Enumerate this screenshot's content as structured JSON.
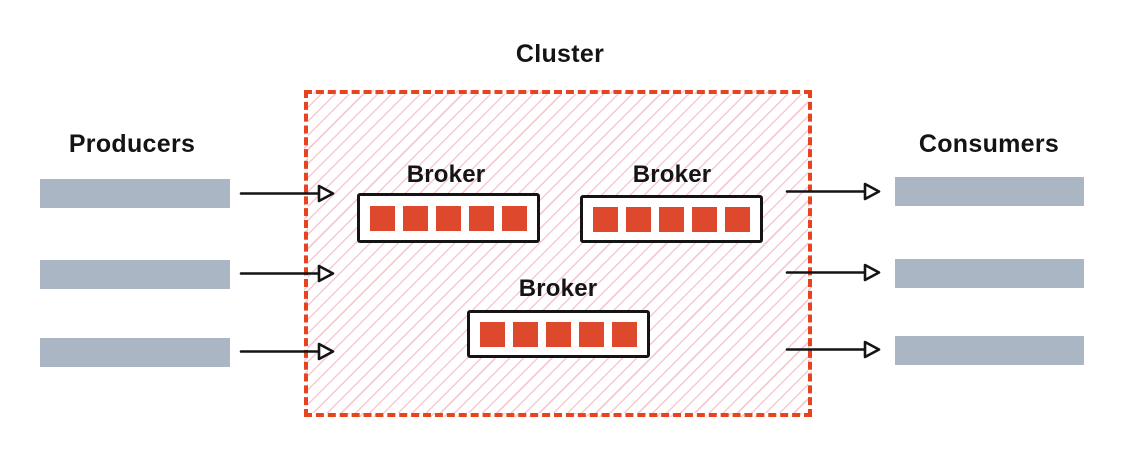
{
  "cluster": {
    "label": "Cluster"
  },
  "producers": {
    "label": "Producers",
    "count": 3
  },
  "consumers": {
    "label": "Consumers",
    "count": 3
  },
  "brokers": [
    {
      "label": "Broker",
      "partitions": 5
    },
    {
      "label": "Broker",
      "partitions": 5
    },
    {
      "label": "Broker",
      "partitions": 5
    }
  ],
  "arrows": {
    "producer_to_cluster": 3,
    "cluster_to_consumer": 3
  },
  "colors": {
    "cluster_border_red": "#e8431f",
    "hatch_pink": "#f7c9d2",
    "bar_gray": "#aab6c3",
    "partition_red": "#de492e",
    "stroke_black": "#141414",
    "background": "#ffffff"
  }
}
